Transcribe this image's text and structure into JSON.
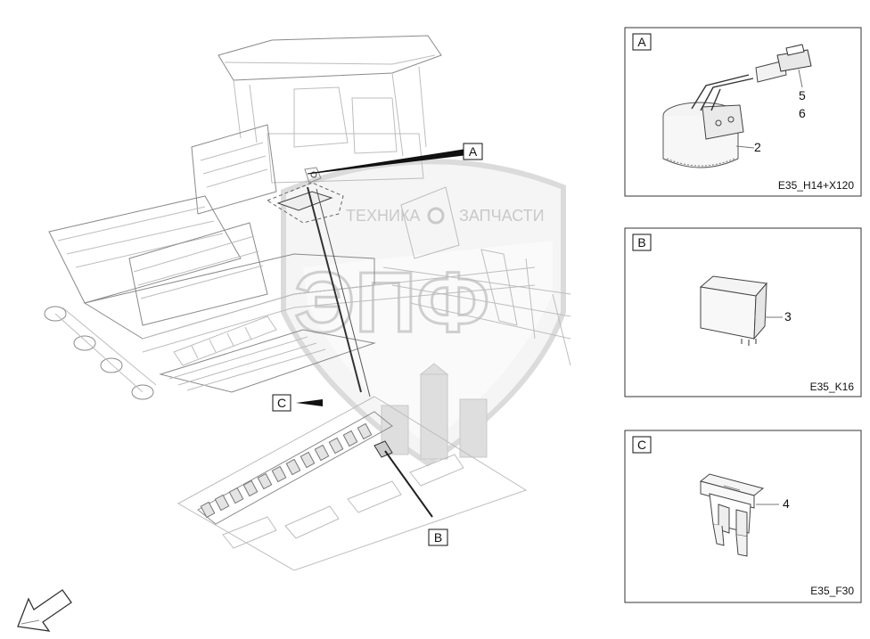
{
  "watermark": {
    "left_word": "ТЕХНИКА",
    "right_word": "ЗАПЧАСТИ",
    "logo_letters": "ЭПФ"
  },
  "main_callouts": {
    "a": "A",
    "b": "B",
    "c": "C"
  },
  "panels": [
    {
      "letter": "A",
      "code": "E35_H14+X120",
      "parts": [
        "2",
        "5",
        "6"
      ]
    },
    {
      "letter": "B",
      "code": "E35_K16",
      "parts": [
        "3"
      ]
    },
    {
      "letter": "C",
      "code": "E35_F30",
      "parts": [
        "4"
      ]
    }
  ]
}
